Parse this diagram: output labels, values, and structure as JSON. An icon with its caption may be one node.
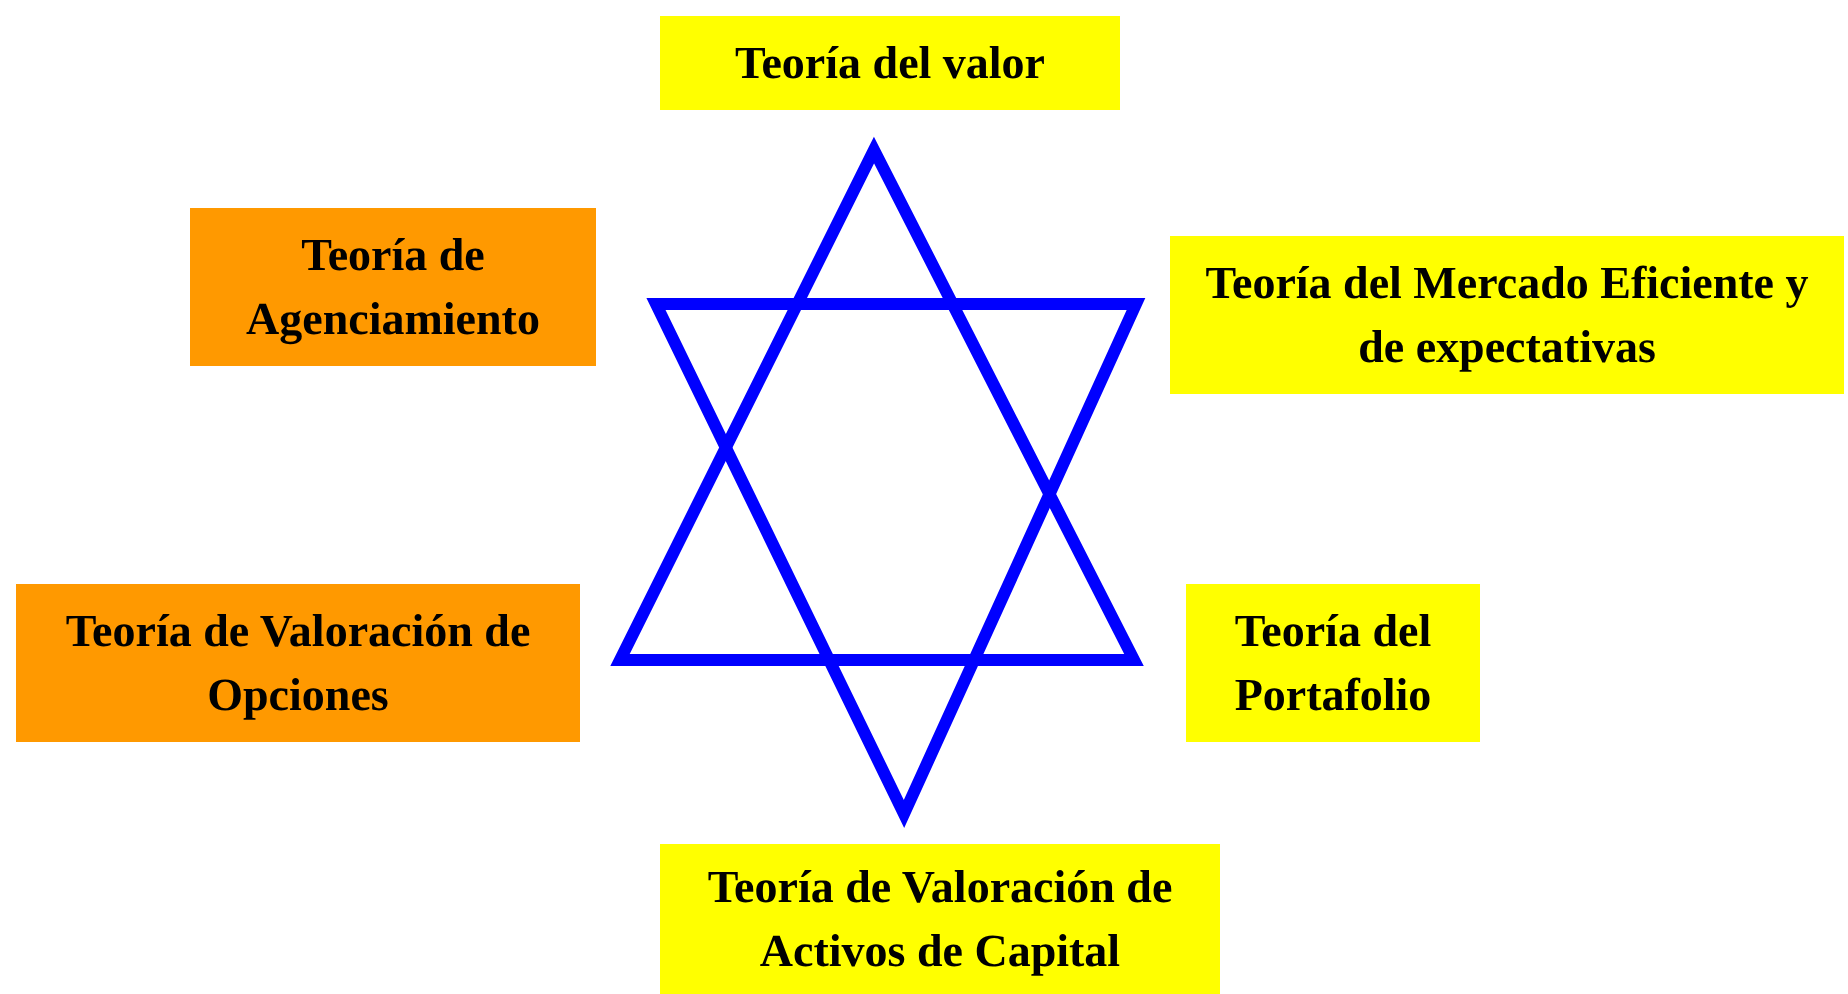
{
  "diagram": {
    "nodes": [
      {
        "text": [
          "Teoría del valor"
        ]
      },
      {
        "text": [
          "Teoría de Agenciamiento"
        ]
      },
      {
        "text": [
          "Teoría del Mercado Eficiente y de expectativas"
        ]
      },
      {
        "text": [
          "Teoría de Valoración de Opciones"
        ]
      },
      {
        "text": [
          "Teoría del Portafolio"
        ]
      },
      {
        "text": [
          "Teoría de Valoración de Activos de Capital"
        ]
      }
    ]
  }
}
